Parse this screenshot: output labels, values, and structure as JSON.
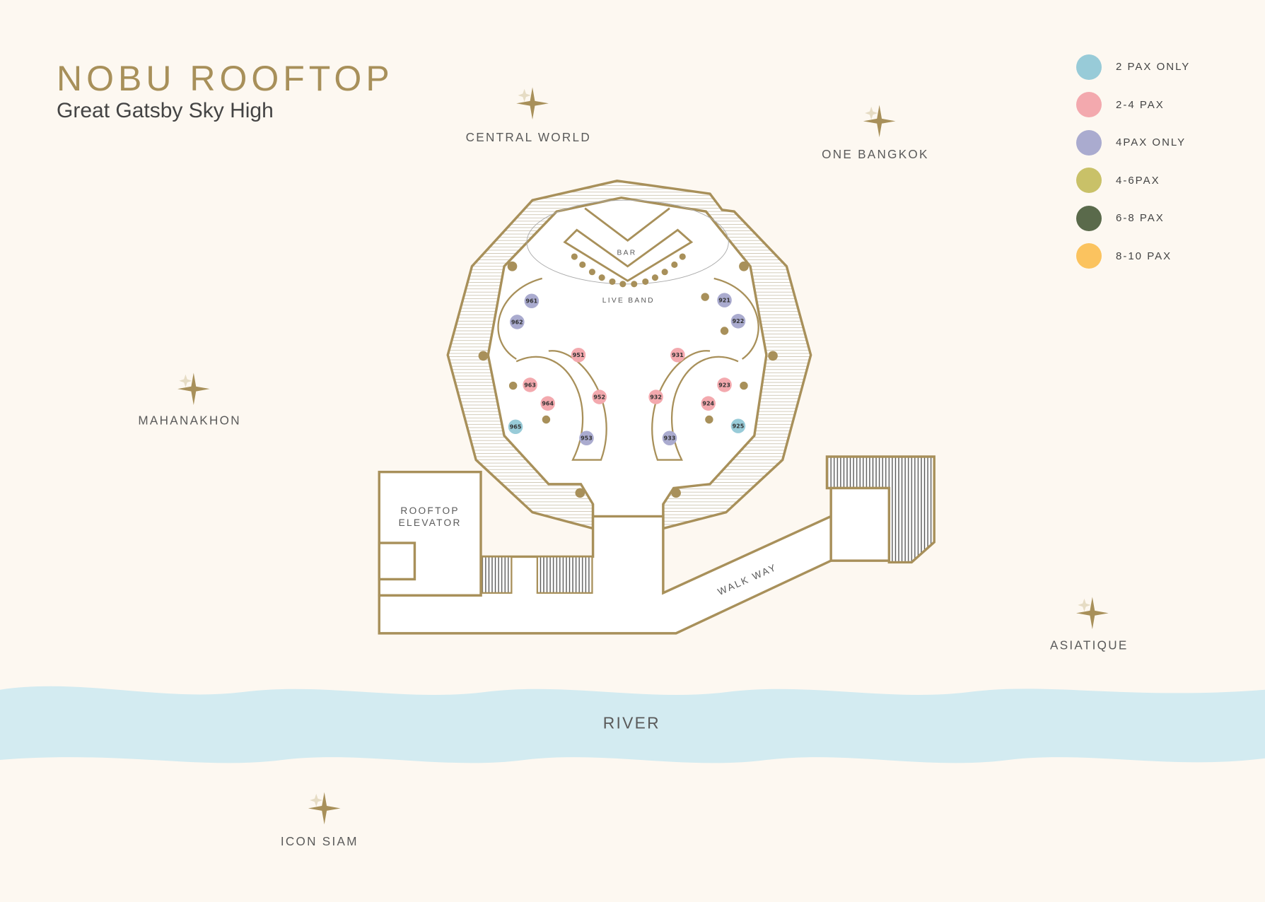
{
  "header": {
    "title": "NOBU ROOFTOP",
    "subtitle": "Great Gatsby Sky High"
  },
  "legend": [
    {
      "label": "2 PAX ONLY",
      "color": "#98cbd8"
    },
    {
      "label": "2-4 PAX",
      "color": "#f3a9ae"
    },
    {
      "label": "4PAX ONLY",
      "color": "#aaabcf"
    },
    {
      "label": "4-6PAX",
      "color": "#c9c168"
    },
    {
      "label": "6-8 PAX",
      "color": "#5a6a4b"
    },
    {
      "label": "8-10 PAX",
      "color": "#fbc35f"
    }
  ],
  "landmarks": {
    "central_world": "CENTRAL WORLD",
    "one_bangkok": "ONE BANGKOK",
    "mahanakhon": "MAHANAKHON",
    "asiatique": "ASIATIQUE",
    "icon_siam": "ICON SIAM",
    "river": "RIVER"
  },
  "areas": {
    "bar": "BAR",
    "live_band": "LIVE BAND",
    "elevator_line1": "ROOFTOP",
    "elevator_line2": "ELEVATOR",
    "walkway": "WALK WAY"
  },
  "tables": [
    {
      "id": "961",
      "category": "4PAX ONLY"
    },
    {
      "id": "962",
      "category": "4PAX ONLY"
    },
    {
      "id": "951",
      "category": "2-4 PAX"
    },
    {
      "id": "963",
      "category": "2-4 PAX"
    },
    {
      "id": "964",
      "category": "2-4 PAX"
    },
    {
      "id": "952",
      "category": "2-4 PAX"
    },
    {
      "id": "965",
      "category": "2 PAX ONLY"
    },
    {
      "id": "953",
      "category": "4PAX ONLY"
    },
    {
      "id": "931",
      "category": "2-4 PAX"
    },
    {
      "id": "932",
      "category": "2-4 PAX"
    },
    {
      "id": "923",
      "category": "2-4 PAX"
    },
    {
      "id": "924",
      "category": "2-4 PAX"
    },
    {
      "id": "925",
      "category": "2 PAX ONLY"
    },
    {
      "id": "933",
      "category": "4PAX ONLY"
    },
    {
      "id": "921",
      "category": "4PAX ONLY"
    },
    {
      "id": "922",
      "category": "4PAX ONLY"
    }
  ],
  "colors": {
    "gold": "#a8905a",
    "background": "#fdf8f1",
    "river": "#d3ebf1"
  }
}
